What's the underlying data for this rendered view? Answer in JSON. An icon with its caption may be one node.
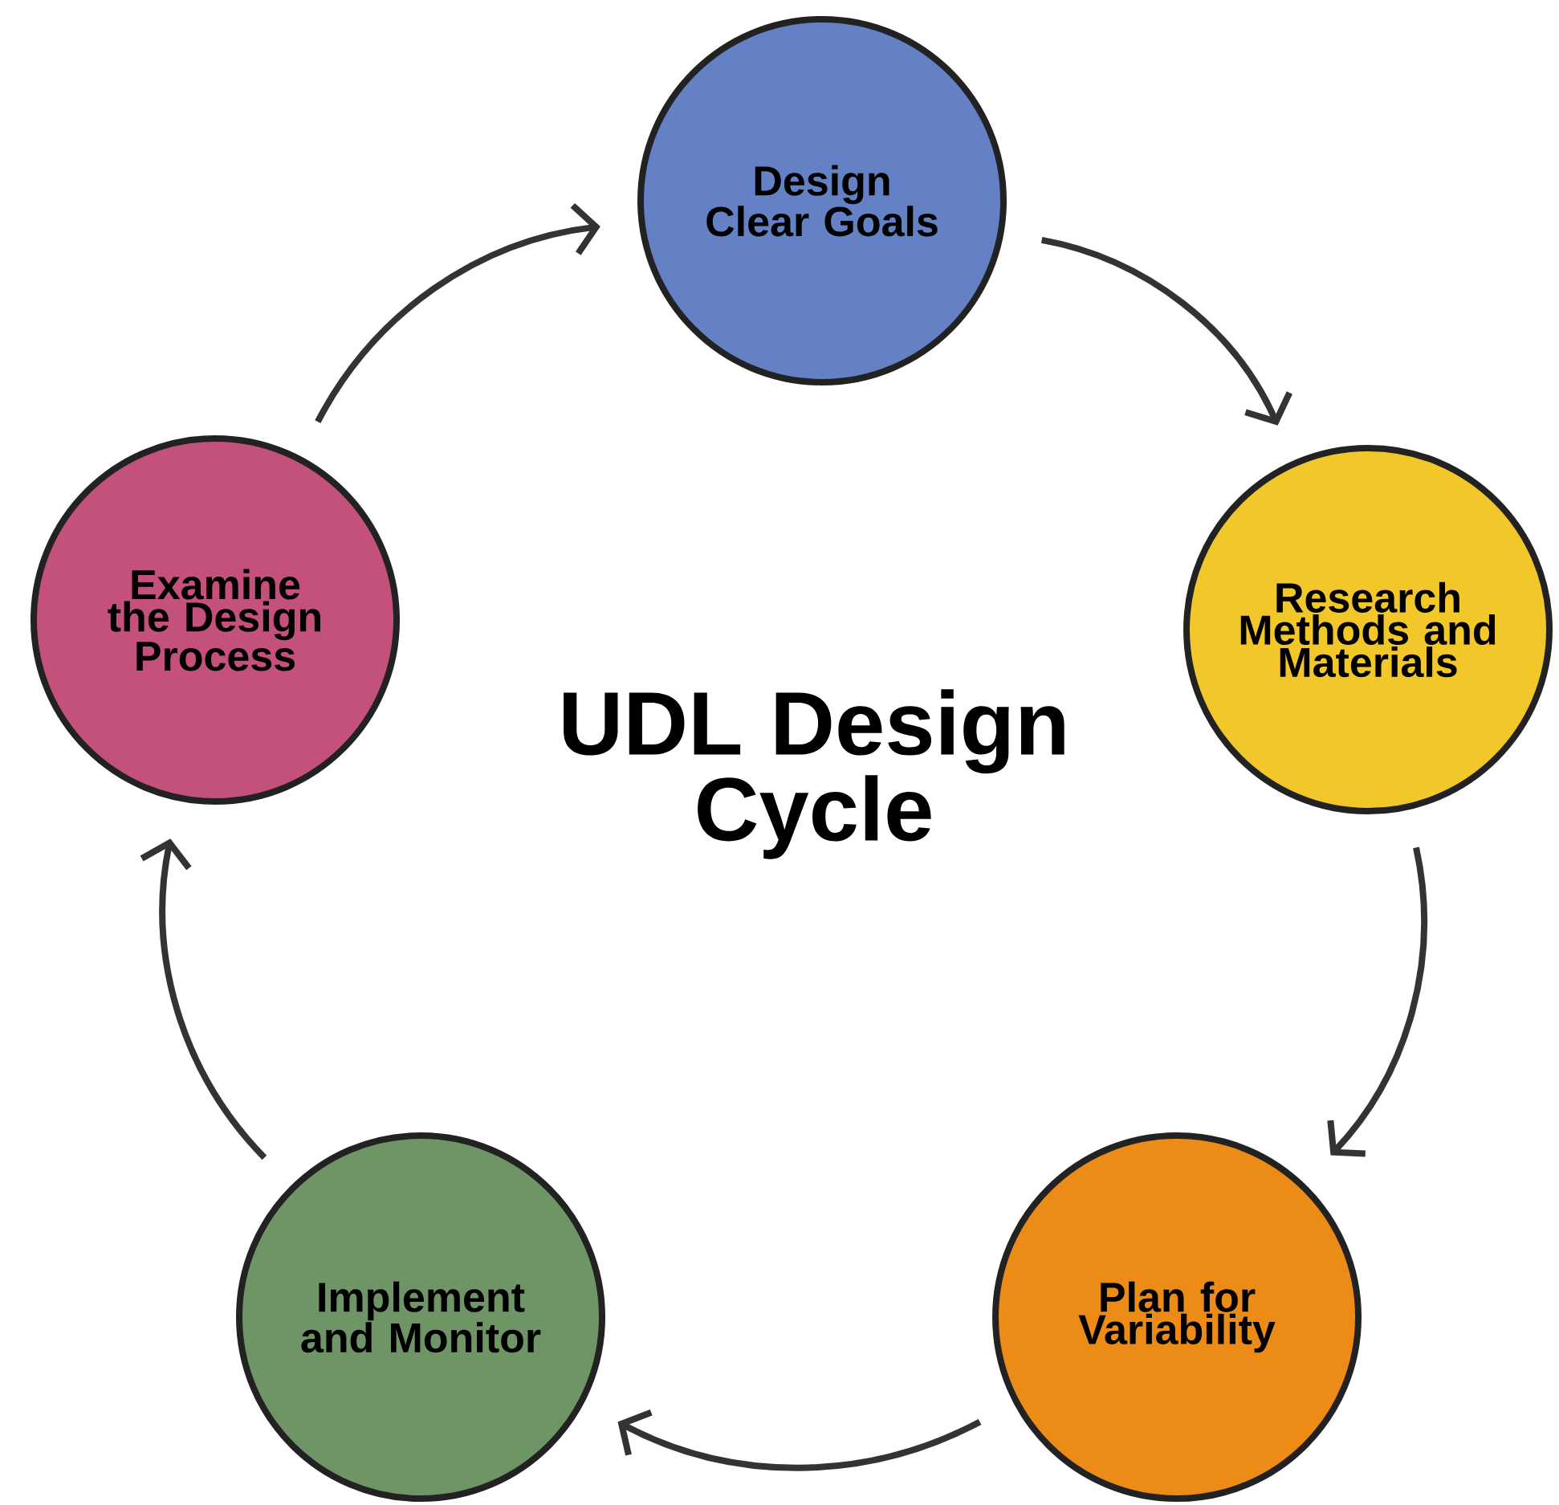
{
  "diagram": {
    "title": "UDL Design Cycle",
    "nodes": [
      {
        "text": [
          "Design Clear Goals"
        ]
      },
      {
        "text": [
          "Research Methods and Materials"
        ]
      },
      {
        "text": [
          "Plan for Variability"
        ]
      },
      {
        "text": [
          "Implement and Monitor"
        ]
      },
      {
        "text": [
          "Examine the Design Process"
        ]
      }
    ],
    "edges": [
      {
        "from": 0,
        "to": 1,
        "arrow": "to"
      },
      {
        "from": 1,
        "to": 2,
        "arrow": "to"
      },
      {
        "from": 2,
        "to": 3,
        "arrow": "to"
      },
      {
        "from": 3,
        "to": 4,
        "arrow": "to"
      },
      {
        "from": 4,
        "to": 0,
        "arrow": "to"
      }
    ]
  }
}
